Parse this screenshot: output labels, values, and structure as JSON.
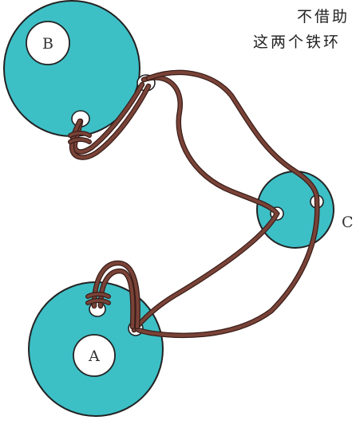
{
  "caption": {
    "line1": "不借助",
    "line2": "这两个铁环"
  },
  "labels": {
    "disc_b": "B",
    "disc_a": "A",
    "disc_c": "C"
  },
  "colors": {
    "disc_fill": "#3dbfc6",
    "disc_outline": "#222222",
    "rope": "#7a4338",
    "rope_outline": "#3a1d18",
    "hole": "#ffffff"
  }
}
